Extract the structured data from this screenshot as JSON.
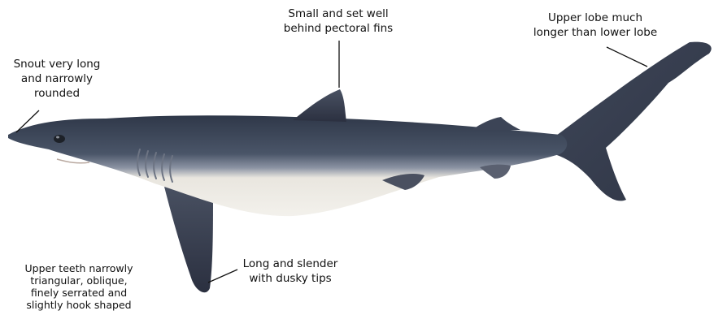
{
  "annotations": {
    "snout": [
      "Snout very long",
      "and narrowly",
      "rounded"
    ],
    "dorsal_fin": [
      "Small and set well",
      "behind pectoral fins"
    ],
    "tail": [
      "Upper lobe much",
      "longer than lower lobe"
    ],
    "teeth": [
      "Upper teeth narrowly",
      "triangular, oblique,",
      "finely serrated and",
      "slightly hook shaped"
    ],
    "pectoral_fin": [
      "Long and slender",
      "with dusky tips"
    ]
  },
  "colors": {
    "dorsal": "#3a4458",
    "belly": "#f1efe9",
    "fin_tip": "#2e3340",
    "leader_line": "#111111"
  }
}
